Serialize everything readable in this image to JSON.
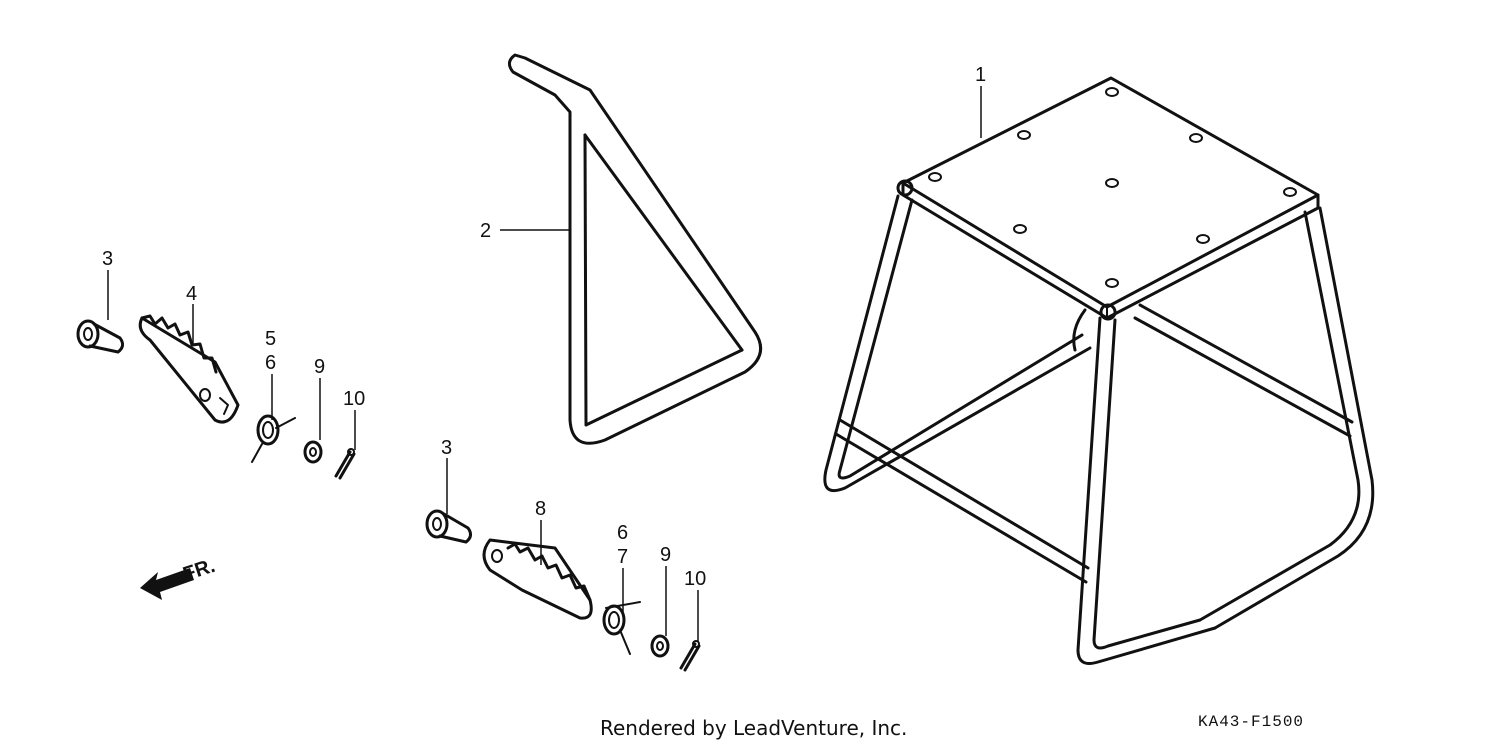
{
  "callouts": {
    "c1": "1",
    "c2": "2",
    "c3a": "3",
    "c4": "4",
    "c5": "5",
    "c6a": "6",
    "c9a": "9",
    "c10a": "10",
    "c3b": "3",
    "c8": "8",
    "c6b": "6",
    "c7": "7",
    "c9b": "9",
    "c10b": "10"
  },
  "front_label": "FR.",
  "footer": {
    "credit": "Rendered by LeadVenture, Inc.",
    "diagram_code": "KA43-F1500"
  }
}
